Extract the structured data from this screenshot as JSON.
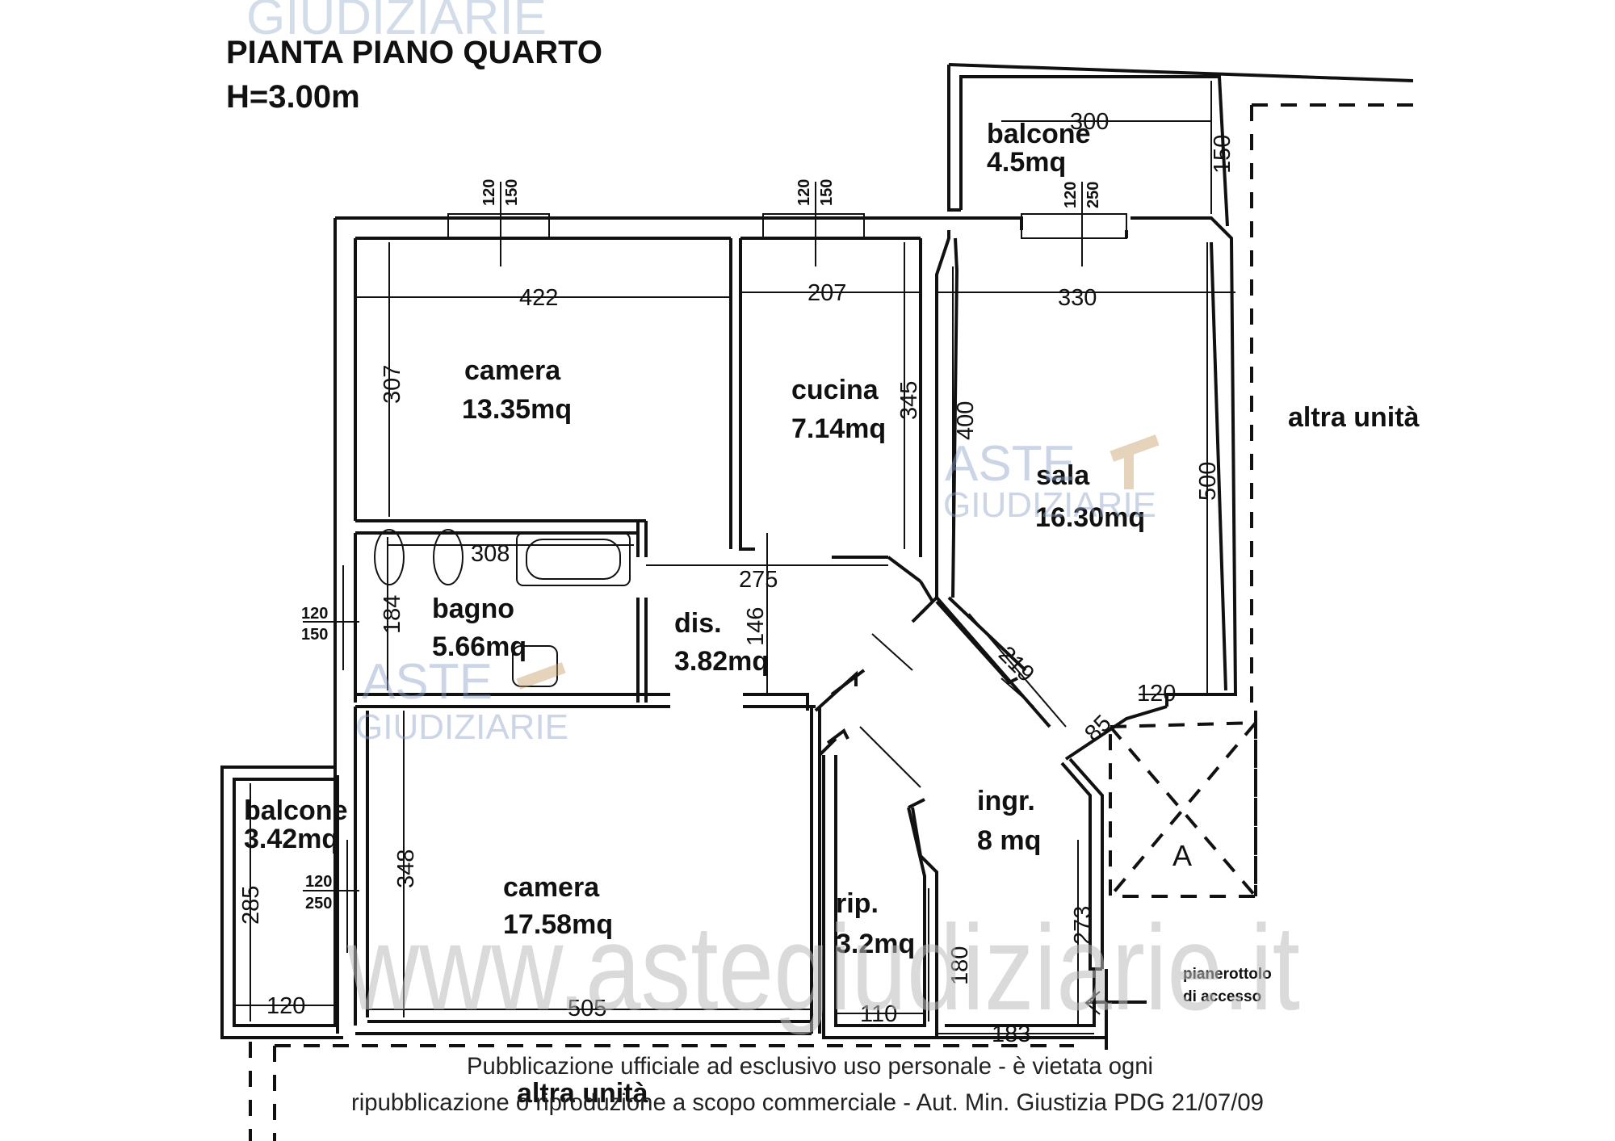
{
  "header": {
    "title": "PIANTA PIANO QUARTO",
    "height": "H=3.00m"
  },
  "rooms": {
    "camera1": {
      "name": "camera",
      "area": "13.35mq"
    },
    "cucina": {
      "name": "cucina",
      "area": "7.14mq"
    },
    "sala": {
      "name": "sala",
      "area": "16.30mq"
    },
    "bagno": {
      "name": "bagno",
      "area": "5.66mq"
    },
    "dis": {
      "name": "dis.",
      "area": "3.82mq"
    },
    "camera2": {
      "name": "camera",
      "area": "17.58mq"
    },
    "ingr": {
      "name": "ingr.",
      "area": "8 mq"
    },
    "rip": {
      "name": "rip.",
      "area": "3.2mq"
    },
    "balcone_top": {
      "name": "balcone",
      "area": "4.5mq"
    },
    "balcone_left": {
      "name": "balcone",
      "area": "3.42mq"
    }
  },
  "dimensions": {
    "d422": "422",
    "d207": "207",
    "d330": "330",
    "d300": "300",
    "d150": "150",
    "d307": "307",
    "d345": "345",
    "d400": "400",
    "d500": "500",
    "d308": "308",
    "d275": "275",
    "d184": "184",
    "d146": "146",
    "d219": "219",
    "d120a": "120",
    "d85": "85",
    "d348": "348",
    "d285": "285",
    "d120b": "120",
    "d505": "505",
    "d110": "110",
    "d183": "183",
    "d180": "180",
    "d273": "273"
  },
  "windows": {
    "w1": {
      "top": "120",
      "bottom": "150"
    },
    "w2": {
      "top": "120",
      "bottom": "150"
    },
    "w3": {
      "top": "120",
      "bottom": "250"
    },
    "w4": {
      "top": "120",
      "bottom": "150"
    },
    "w5": {
      "top": "120",
      "bottom": "250"
    }
  },
  "labels": {
    "altra_unita_right": "altra unità",
    "altra_unita_bottom": "altra unità",
    "stair_marker": "A",
    "landing_line1": "pianerottolo",
    "landing_line2": "di accesso"
  },
  "watermark": {
    "brand_top": "GIUDIZIARIE",
    "brand_aste": "ASTE",
    "brand_giudiziarie": "GIUDIZIARIE",
    "website": "www.astegiudiziarie.it",
    "notice_line1": "Pubblicazione ufficiale ad esclusivo uso personale - è vietata ogni",
    "notice_line2": "ripubblicazione o riproduzione a scopo commerciale - Aut. Min. Giustizia PDG 21/07/09"
  }
}
